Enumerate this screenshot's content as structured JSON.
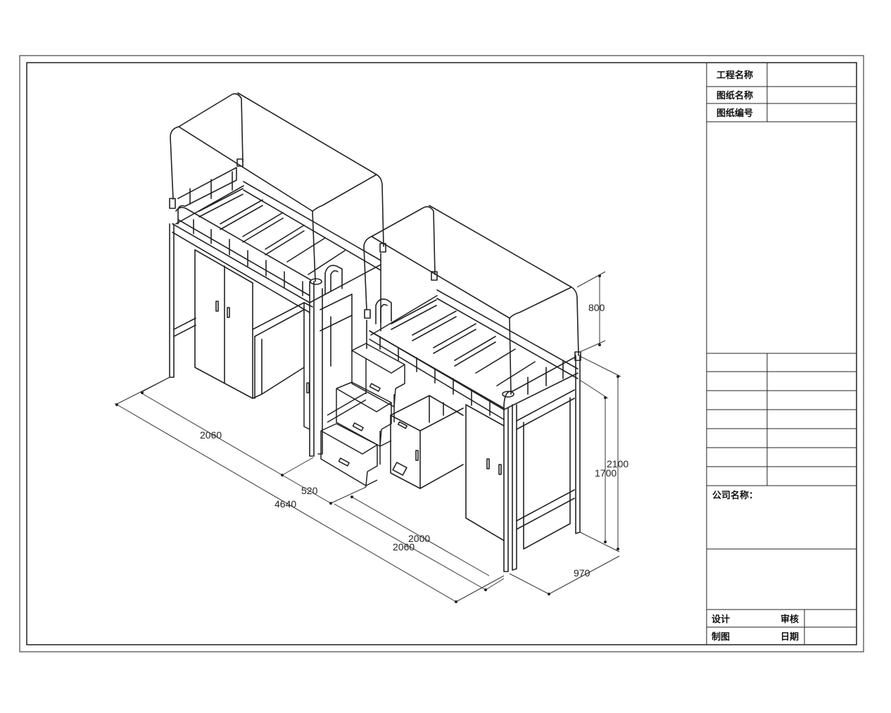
{
  "title_block": {
    "project_name_label": "工程名称",
    "project_name_value": "",
    "drawing_name_label": "图纸名称",
    "drawing_name_value": "",
    "drawing_number_label": "图纸编号",
    "drawing_number_value": "",
    "company_label": "公司名称：",
    "design_label": "设计",
    "review_label": "审核",
    "draft_label": "制图",
    "date_label": "日期"
  },
  "dimensions": {
    "top_width": "2060",
    "gap_width": "520",
    "total_length": "4640",
    "bed_length": "2000",
    "bed_outer_length": "2060",
    "canopy_height": "800",
    "total_height": "2100",
    "bed_height": "1700",
    "bed_width": "970"
  }
}
